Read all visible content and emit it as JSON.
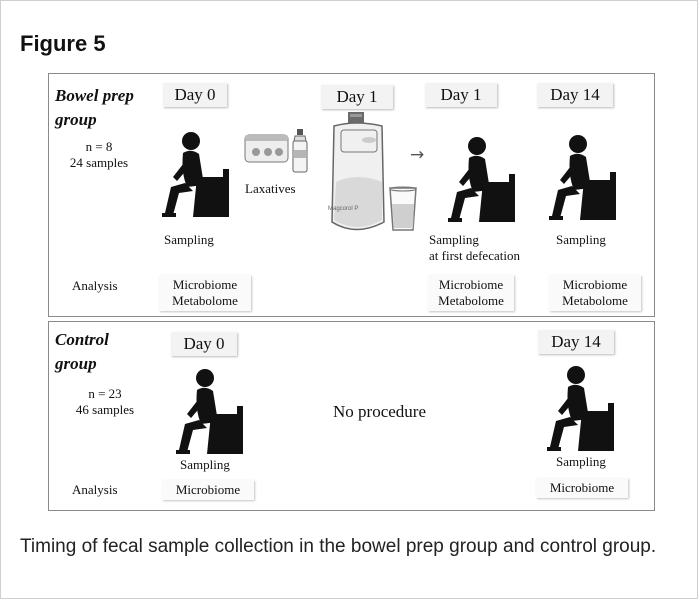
{
  "figure": {
    "title": "Figure 5",
    "caption": "Timing of fecal sample collection in the bowel prep group and control group."
  },
  "bowel": {
    "group_line1": "Bowel prep",
    "group_line2": "group",
    "n": "n = 8",
    "samples": "24 samples",
    "days": [
      "Day 0",
      "Day 1",
      "Day 1",
      "Day 14"
    ],
    "laxatives_label": "Laxatives",
    "bag_label": "Magcorol P",
    "arrow": "→",
    "sampling": [
      "Sampling",
      "Sampling",
      "Sampling"
    ],
    "first_defecation": "at first defecation",
    "analysis_label": "Analysis",
    "analysis": [
      {
        "line1": "Microbiome",
        "line2": "Metabolome"
      },
      {
        "line1": "Microbiome",
        "line2": "Metabolome"
      },
      {
        "line1": "Microbiome",
        "line2": "Metabolome"
      }
    ]
  },
  "control": {
    "group_line1": "Control",
    "group_line2": "group",
    "n": "n = 23",
    "samples": "46 samples",
    "days": [
      "Day 0",
      "Day 14"
    ],
    "no_procedure": "No procedure",
    "sampling": [
      "Sampling",
      "Sampling"
    ],
    "analysis_label": "Analysis",
    "analysis": [
      "Microbiome",
      "Microbiome"
    ]
  },
  "colors": {
    "figure_fill": "#111111",
    "panel_border": "#8a8a8a",
    "day_box": "#f3f3f3"
  }
}
